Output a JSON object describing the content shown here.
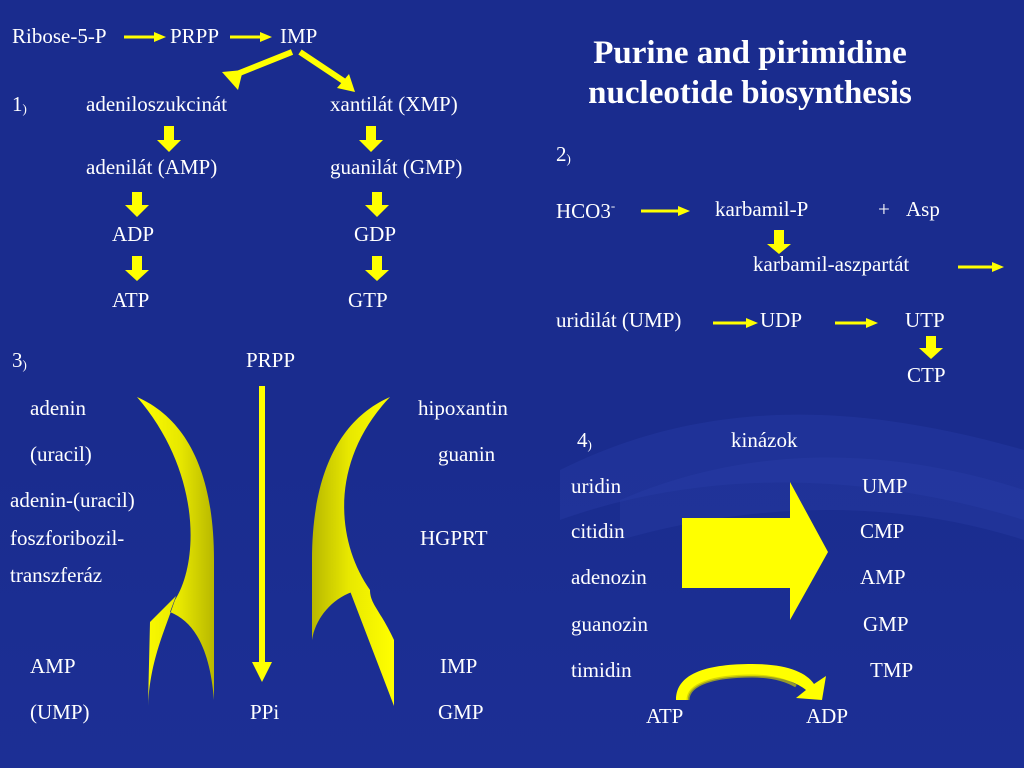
{
  "title": "Purine and pirimidine nucleotide biosynthesis",
  "colors": {
    "background": "#1a2c8e",
    "arrow_fill": "#ffff00",
    "arrow_dark": "#c8c800",
    "text": "#ffffff"
  },
  "panel1": {
    "top_ribose": "Ribose-5-P",
    "top_prpp": "PRPP",
    "top_imp": "IMP",
    "num": "1",
    "num_paren": ")",
    "adenylosuccinate": "adeniloszukcinát",
    "xmp": "xantilát (XMP)",
    "amp": "adenilát (AMP)",
    "gmp": "guanilát (GMP)",
    "adp": "ADP",
    "gdp": "GDP",
    "atp": "ATP",
    "gtp": "GTP"
  },
  "panel2": {
    "num": "2",
    "num_paren": ")",
    "hco3": "HCO3",
    "hco3_sup": "-",
    "karbamil_p": "karbamil-P",
    "plus": "+",
    "asp": "Asp",
    "karbamil_asp": "karbamil-aszpartát",
    "ump": "uridilát (UMP)",
    "udp": "UDP",
    "utp": "UTP",
    "ctp": "CTP"
  },
  "panel3": {
    "num": "3",
    "num_paren": ")",
    "prpp": "PRPP",
    "adenin": "adenin",
    "uracil": "(uracil)",
    "enzyme1_line1": "adenin-(uracil)",
    "enzyme1_line2": "foszforibozil-",
    "enzyme1_line3": "transzferáz",
    "hipoxantin": "hipoxantin",
    "guanin": "guanin",
    "hgprt": "HGPRT",
    "amp": "AMP",
    "ump": "(UMP)",
    "ppi": "PPi",
    "imp": "IMP",
    "gmp": "GMP"
  },
  "panel4": {
    "num": "4",
    "num_paren": ")",
    "kinazok": "kinázok",
    "left": [
      "uridin",
      "citidin",
      "adenozin",
      "guanozin",
      "timidin"
    ],
    "right": [
      "UMP",
      "CMP",
      "AMP",
      "GMP",
      "TMP"
    ],
    "atp": "ATP",
    "adp": "ADP"
  }
}
